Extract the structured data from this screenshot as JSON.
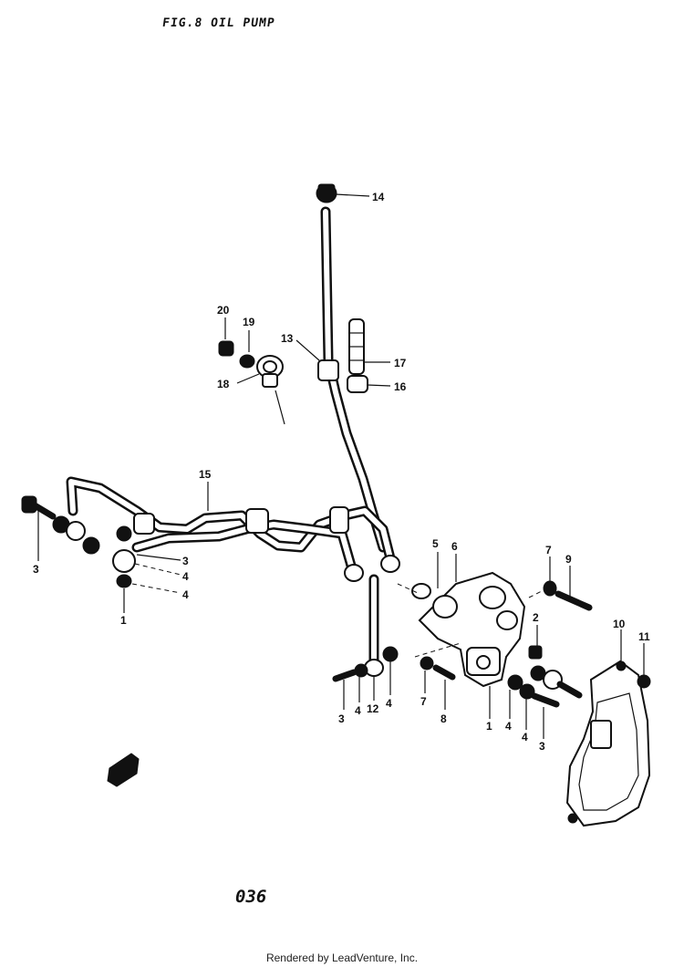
{
  "header": {
    "title": "FIG.8  OIL PUMP"
  },
  "page_number": "036",
  "footer": {
    "text": "Rendered by LeadVenture, Inc."
  },
  "callouts": {
    "c14": "14",
    "c20": "20",
    "c19a": "19",
    "c18": "18",
    "c13": "13",
    "c17": "17",
    "c16": "16",
    "c15": "15",
    "c3a": "3",
    "c3b": "3",
    "c4a": "4",
    "c4b": "4",
    "c1a": "1",
    "c5": "5",
    "c6": "6",
    "c7a": "7",
    "c9": "9",
    "c2": "2",
    "c10": "10",
    "c11": "11",
    "c3c": "3",
    "c4c": "4",
    "c12": "12",
    "c4d": "4",
    "c7b": "7",
    "c8": "8",
    "c1b": "1",
    "c4e": "4",
    "c4f": "4",
    "c3d": "3"
  }
}
